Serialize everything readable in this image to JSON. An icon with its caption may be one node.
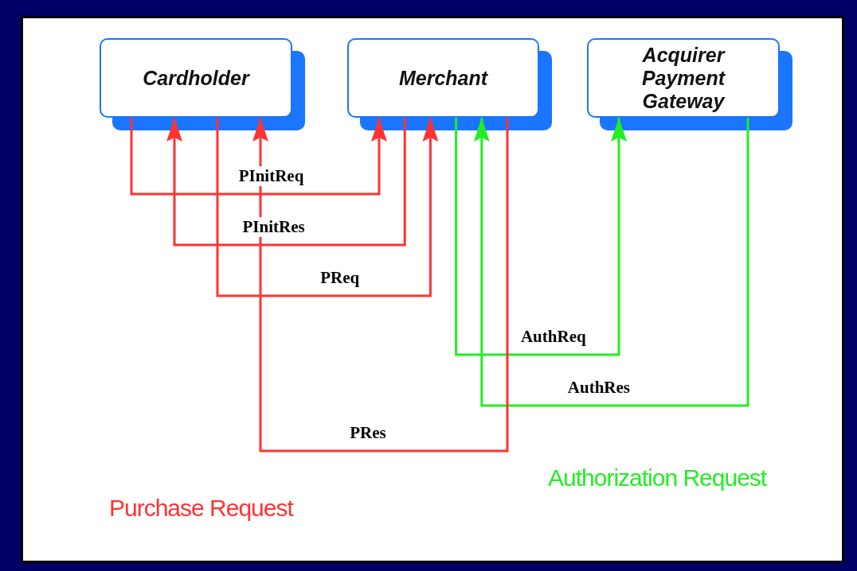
{
  "diagram": {
    "nodes": [
      {
        "text": [
          "Cardholder"
        ]
      },
      {
        "text": [
          "Merchant"
        ]
      },
      {
        "text": [
          "Acquirer Payment Gateway"
        ]
      }
    ],
    "edges": [
      {
        "from": 0,
        "to": 1,
        "arrow": "to",
        "label": "PInitReq"
      },
      {
        "from": 1,
        "to": 0,
        "arrow": "to",
        "label": "PInitRes"
      },
      {
        "from": 0,
        "to": 1,
        "arrow": "to",
        "label": "PReq"
      },
      {
        "from": 1,
        "to": 2,
        "arrow": "to",
        "label": "AuthReq",
        "color": "#22ee22"
      },
      {
        "from": 2,
        "to": 1,
        "arrow": "to",
        "label": "AuthRes",
        "color": "#22ee22"
      },
      {
        "from": 1,
        "to": 0,
        "arrow": "to",
        "label": "PRes"
      }
    ],
    "labels": [
      "Authorization Request",
      "Purchase Request"
    ]
  }
}
